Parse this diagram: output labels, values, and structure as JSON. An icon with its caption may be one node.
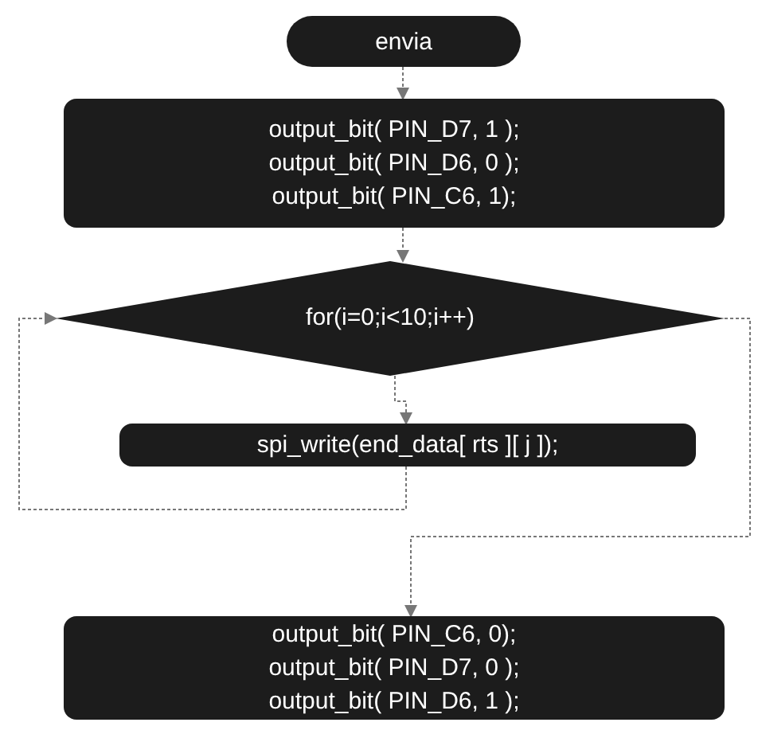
{
  "diagram": {
    "nodes": [
      {
        "text": [
          "envia"
        ]
      },
      {
        "text": [
          "output_bit( PIN_D7, 1 ); output_bit( PIN_D6, 0 ); output_bit( PIN_C6, 1);"
        ]
      },
      {
        "text": [
          "for(i=0;i<10;i++)"
        ]
      },
      {
        "text": [
          "spi_write(end_data[ rts ][ j ]);"
        ]
      },
      {
        "text": [
          "output_bit( PIN_C6, 0); output_bit( PIN_D7, 0 ); output_bit( PIN_D6, 1 );"
        ]
      }
    ],
    "edges": [
      {
        "from": 0,
        "to": 1,
        "arrow": "to"
      },
      {
        "from": 1,
        "to": 2,
        "arrow": "to"
      },
      {
        "from": 2,
        "to": 3,
        "arrow": "to"
      },
      {
        "from": 3,
        "to": 2,
        "arrow": "to"
      },
      {
        "from": 2,
        "to": 4,
        "arrow": "to"
      }
    ]
  }
}
